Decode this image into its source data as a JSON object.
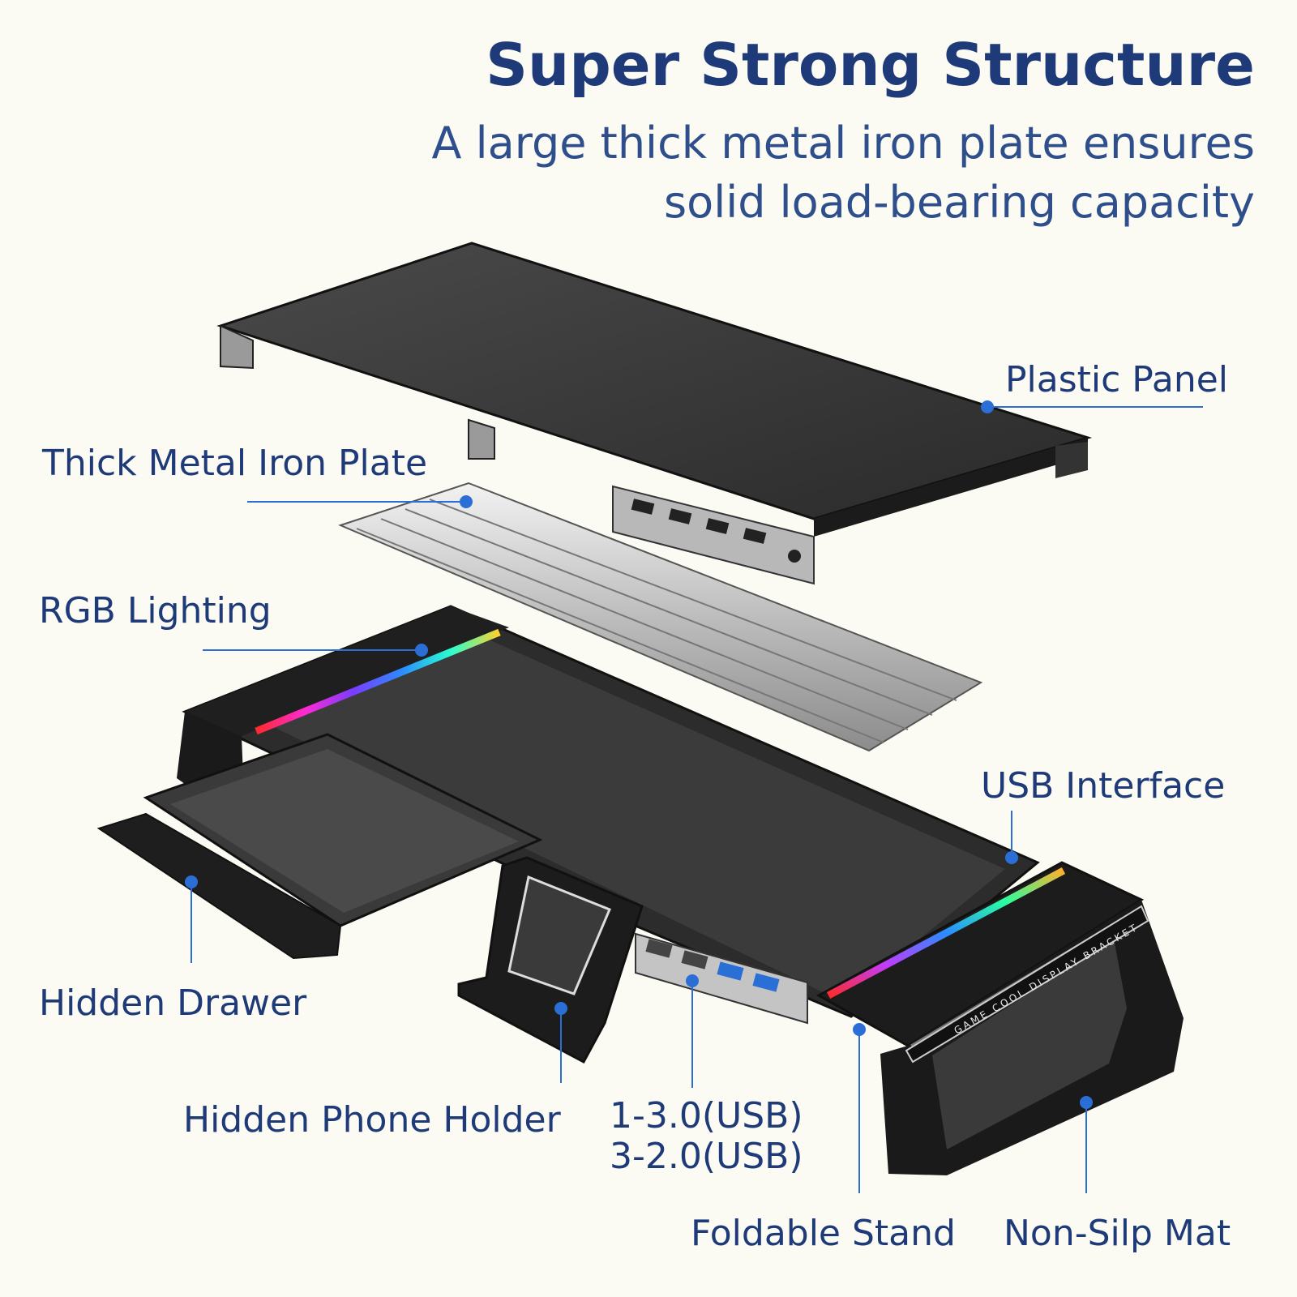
{
  "header": {
    "title": "Super Strong Structure",
    "subtitle_line1": "A large thick metal iron plate ensures",
    "subtitle_line2": "solid load-bearing capacity"
  },
  "labels": {
    "plastic_panel": "Plastic Panel",
    "metal_plate": "Thick Metal Iron Plate",
    "rgb_lighting": "RGB Lighting",
    "usb_interface": "USB Interface",
    "hidden_drawer": "Hidden Drawer",
    "phone_holder": "Hidden Phone Holder",
    "usb_spec_line1": "1-3.0(USB)",
    "usb_spec_line2": "3-2.0(USB)",
    "foldable_stand": "Foldable Stand",
    "non_slip_mat": "Non-Silp Mat"
  },
  "product_print": "GAME COOL DISPLAY BRACKET",
  "colors": {
    "accent": "#1e3a78",
    "callout_dot": "#2b6fd6",
    "background": "#fbfbf4"
  }
}
